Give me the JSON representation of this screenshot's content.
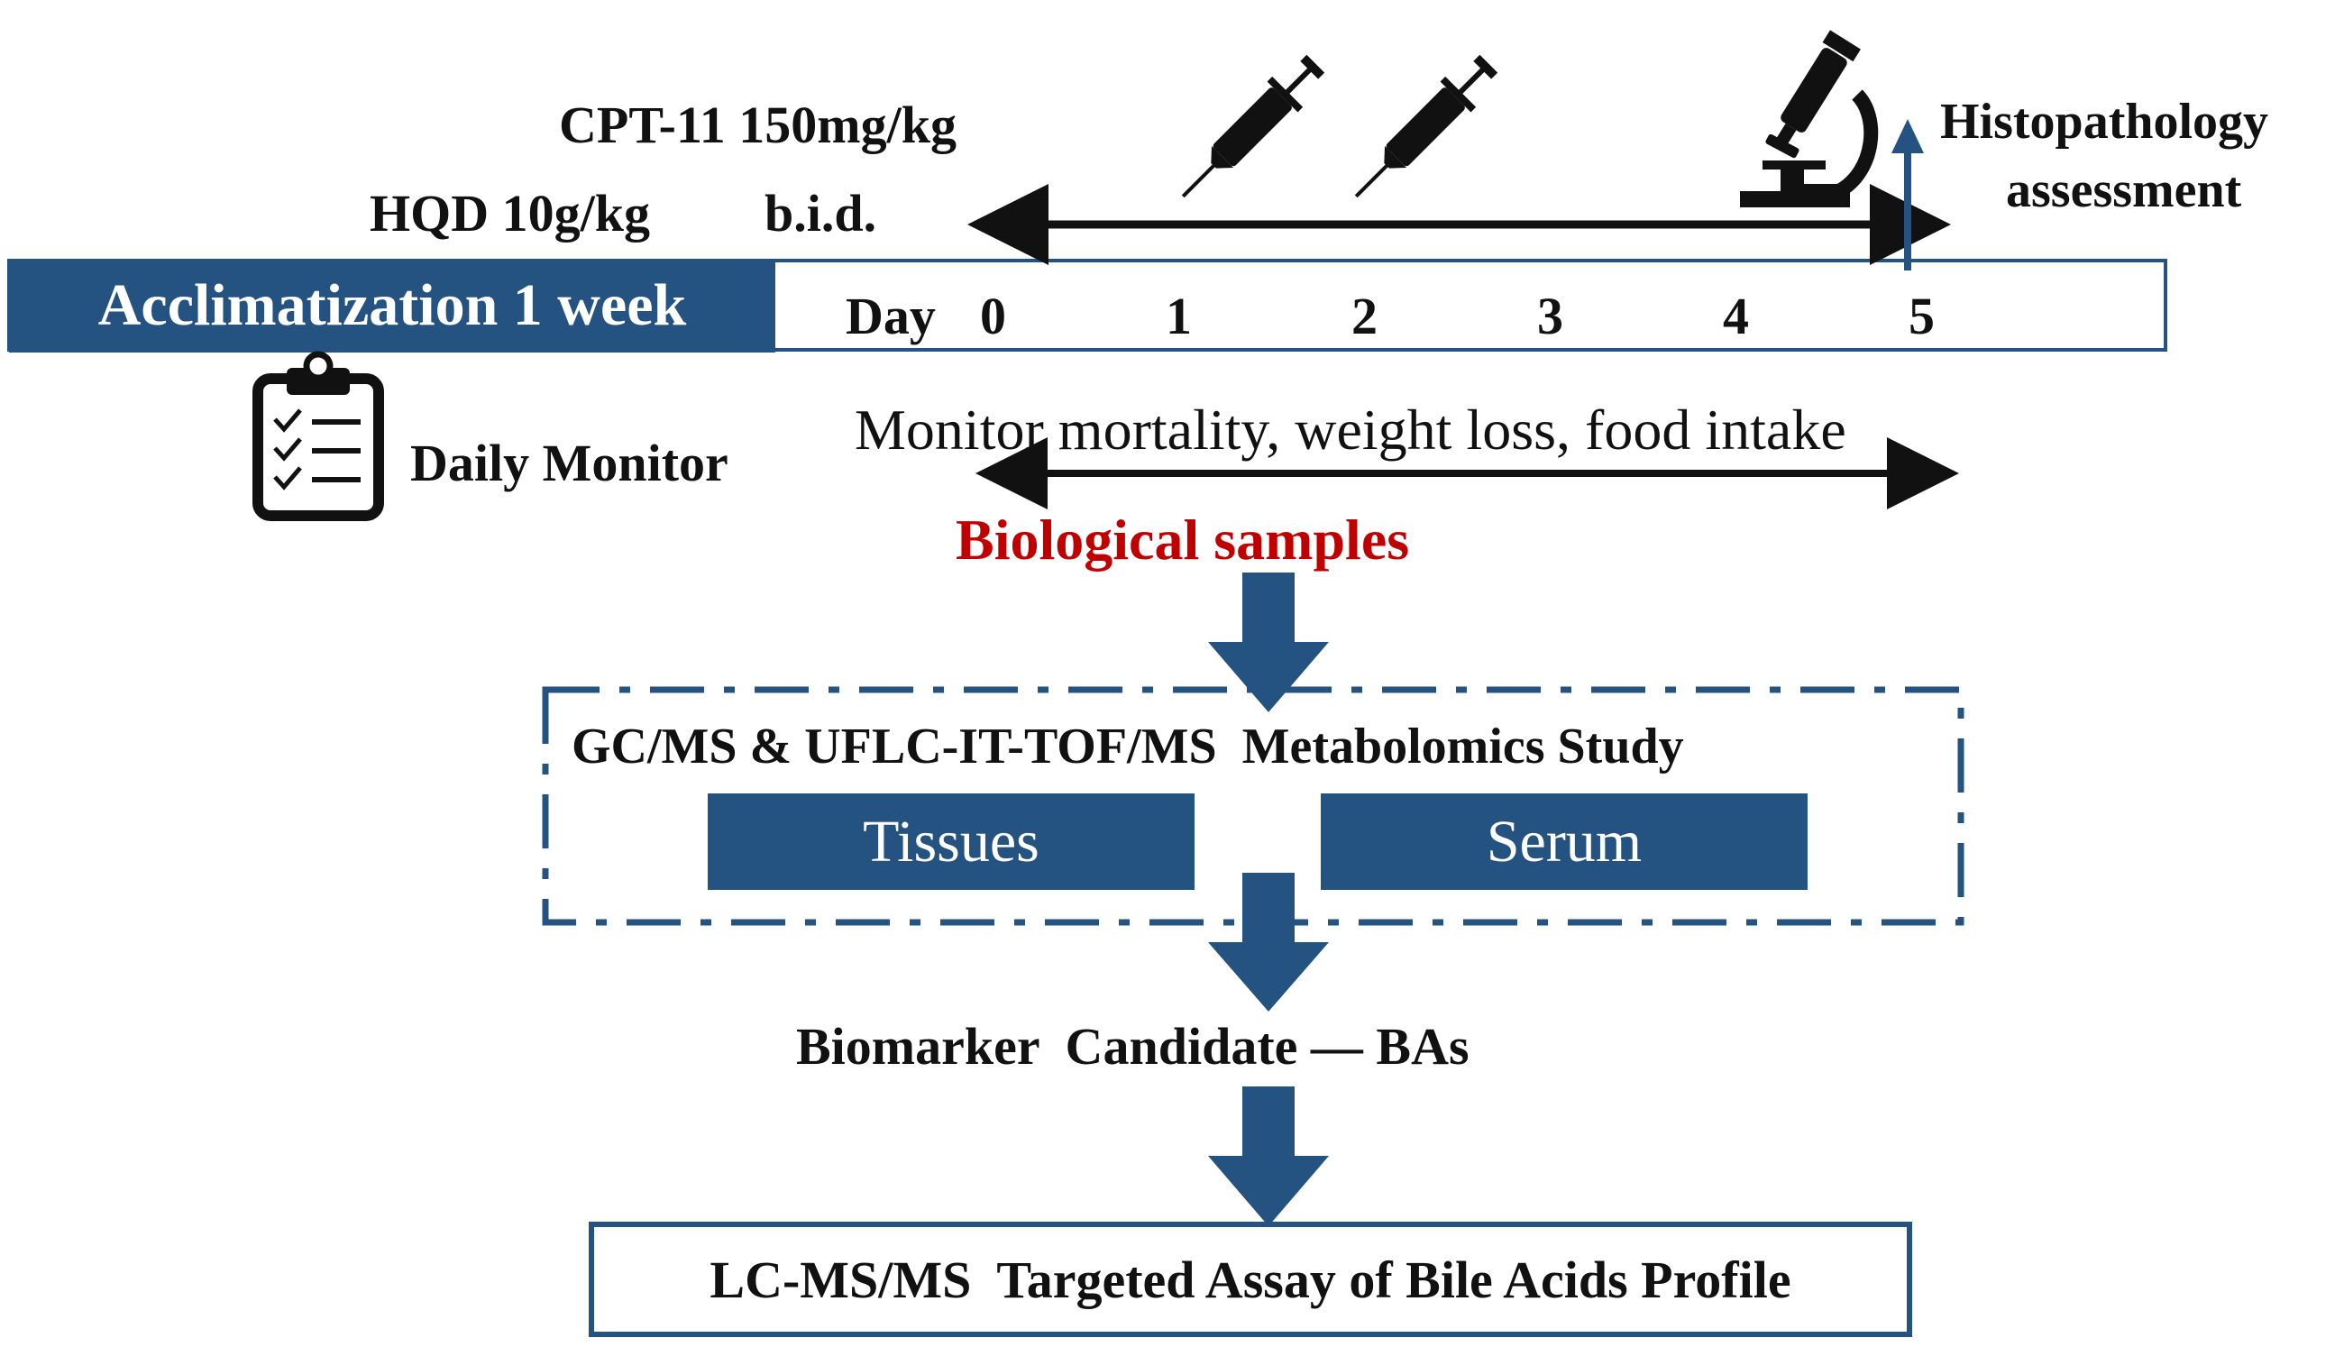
{
  "protocol": {
    "cpt11_dose": "CPT-11 150mg/kg",
    "hqd_dose": "HQD 10g/kg",
    "frequency": "b.i.d.",
    "histopathology_line1": "Histopathology",
    "histopathology_line2": "assessment"
  },
  "timeline": {
    "acclimatization_label": "Acclimatization 1 week",
    "day_label": "Day",
    "days": [
      "0",
      "1",
      "2",
      "3",
      "4",
      "5"
    ]
  },
  "monitoring": {
    "daily_monitor_label": "Daily Monitor",
    "monitor_text": "Monitor mortality, weight loss, food intake"
  },
  "workflow": {
    "biological_samples": "Biological samples",
    "metabolomics_title": "GC/MS & UFLC-IT-TOF/MS  Metabolomics Study",
    "tissues_label": "Tissues",
    "serum_label": "Serum",
    "biomarker_label": "Biomarker  Candidate — BAs",
    "assay_label": "LC-MS/MS  Targeted Assay of Bile Acids Profile"
  },
  "icons": {
    "injection": "syringe-icon",
    "microscope": "microscope-icon",
    "clipboard": "clipboard-icon",
    "flow_arrow": "down-arrow-icon"
  },
  "colors": {
    "primary_blue": "#255381",
    "highlight_red": "#C00000",
    "text": "#111111"
  }
}
